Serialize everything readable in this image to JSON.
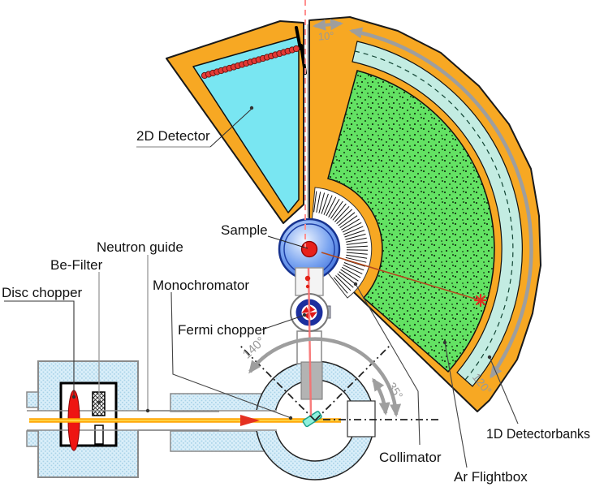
{
  "diagram": {
    "type": "instrument-schematic",
    "labels": {
      "detector2d": "2D Detector",
      "sample": "Sample",
      "neutron_guide": "Neutron guide",
      "be_filter": "Be-Filter",
      "disc_chopper": "Disc chopper",
      "monochromator": "Monochromator",
      "fermi_chopper": "Fermi chopper",
      "collimator": "Collimator",
      "ar_flightbox": "Ar Flightbox",
      "detectorbanks_1d": "1D Detectorbanks"
    },
    "angles": {
      "detector_gap": "10°",
      "detector_coverage": "120°",
      "monochromator_arc": "140°",
      "takeoff_arc": "35°"
    },
    "details": {
      "detector_tube_dots": 23,
      "collimator_hatch_lines": 34
    },
    "colors": {
      "shielding_orange": "#F7A823",
      "detector2d_cyan": "#79E6F2",
      "flightbox_green": "#63E263",
      "detectorbank_cyan": "#C3ECE2",
      "shielding_blue_light": "#D9EEF9",
      "shielding_blue_dot": "#A9D3E8",
      "beam_yellow": "#FFA200",
      "beam_red_dash": "#FF8F8F",
      "sample_red": "#E8201A",
      "arrow_gray": "#9E9E9E",
      "fermi_navy": "#1C2F9E",
      "crystal_cyan": "#8EF0DD"
    }
  }
}
